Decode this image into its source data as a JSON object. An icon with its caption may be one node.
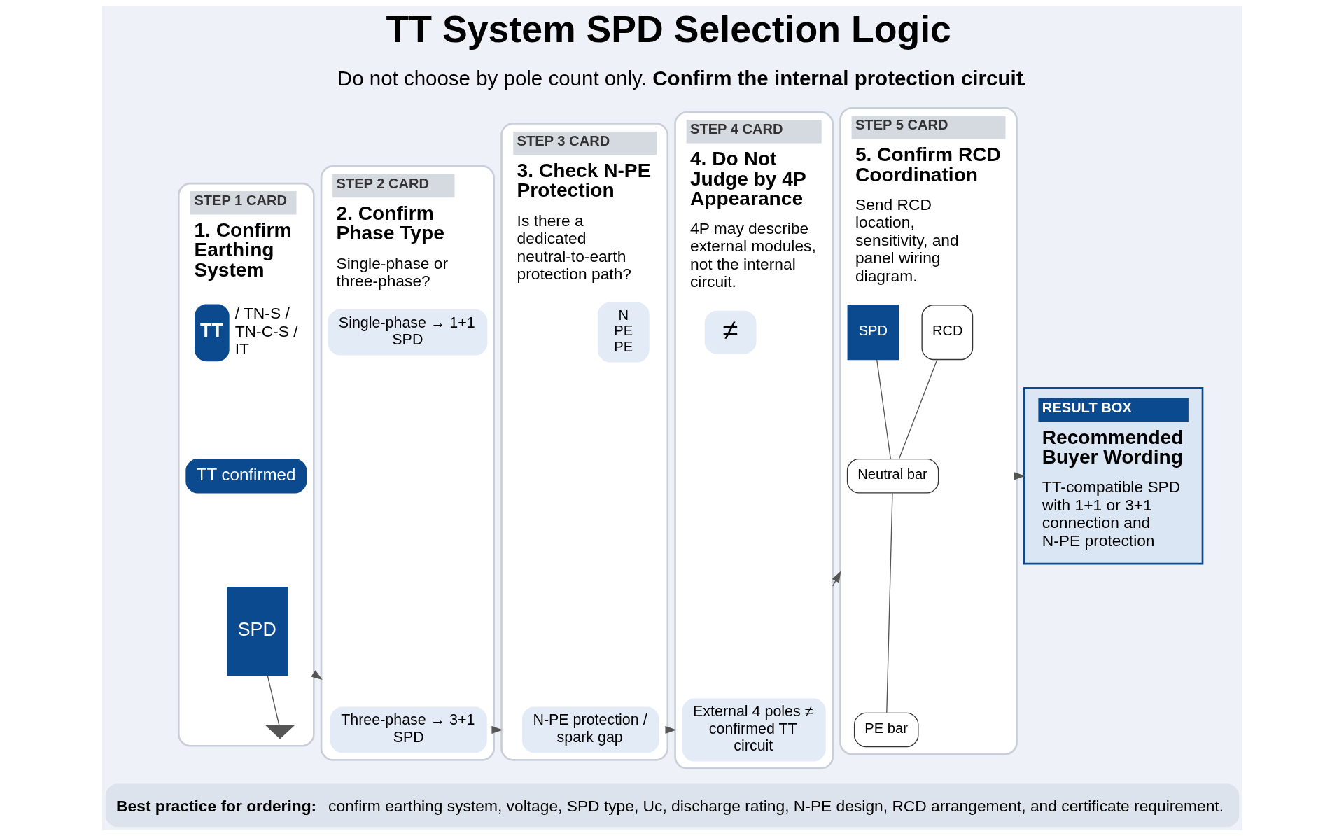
{
  "diagram": {
    "title": "TT System SPD Selection Logic",
    "caption": "**Best practice for ordering:** confirm earthing system, voltage, SPD type, Uc, discharge rating, N-PE design, RCD arrangement, and certificate requirement.",
    "nodes": [
      {
        "text": [
          "STEP 1 CARD",
          "1. Confirm Earthing System"
        ]
      },
      {
        "text": [
          "TT"
        ],
        "in": 0,
        "beside": [
          "/ TN-S / TN-C-S / IT"
        ]
      },
      {
        "text": [
          "TT confirmed"
        ],
        "in": 0
      },
      {
        "text": [
          "SPD"
        ],
        "in": 0
      },
      {
        "text": [],
        "shape": "ground",
        "in": 0
      },
      {
        "text": [
          "STEP 2 CARD",
          "2. Confirm Phase Type",
          "Single-phase or three-phase?"
        ]
      },
      {
        "text": [
          "Single-phase → 1+1 SPD"
        ],
        "in": 5
      },
      {
        "text": [
          "Three-phase → 3+1 SPD"
        ],
        "in": 5
      },
      {
        "text": [
          "STEP 3 CARD",
          "3. Check N-PE Protection",
          "Is there a dedicated neutral-to-earth protection path?"
        ]
      },
      {
        "text": [
          "N",
          "PE",
          "PE"
        ],
        "in": 8
      },
      {
        "text": [
          "N-PE protection / spark gap"
        ],
        "in": 8
      },
      {
        "text": [
          "STEP 4 CARD",
          "4. Do Not Judge by 4P Appearance",
          "4P may describe external modules, not the internal circuit."
        ]
      },
      {
        "text": [
          "≠"
        ],
        "in": 11
      },
      {
        "text": [
          "External 4 poles ≠ confirmed TT circuit"
        ],
        "in": 11
      },
      {
        "text": [
          "STEP 5 CARD",
          "5. Confirm RCD Coordination",
          "Send RCD location, sensitivity, and panel wiring diagram."
        ]
      },
      {
        "text": [
          "RCD"
        ],
        "in": 14
      },
      {
        "text": [
          "SPD"
        ],
        "in": 14
      },
      {
        "text": [
          "Neutral bar"
        ],
        "in": 14
      },
      {
        "text": [
          "PE bar"
        ],
        "in": 14
      },
      {
        "text": [
          "RESULT BOX",
          "Recommended Buyer Wording",
          "TT-compatible SPD with 1+1 or 3+1 connection and N-PE protection"
        ]
      }
    ],
    "edges": [
      {
        "from": 0,
        "to": 5,
        "arrow": "to"
      },
      {
        "from": 5,
        "to": 8,
        "arrow": "to"
      },
      {
        "from": 8,
        "to": 11,
        "arrow": "to"
      },
      {
        "from": 11,
        "to": 14,
        "arrow": "to"
      },
      {
        "from": 14,
        "to": 19,
        "arrow": "to"
      },
      {
        "from": 3,
        "to": 4,
        "arrow": "none"
      },
      {
        "from": 15,
        "to": 17,
        "arrow": "none"
      },
      {
        "from": 16,
        "to": 17,
        "arrow": "none"
      },
      {
        "from": 17,
        "to": 18,
        "arrow": "none"
      }
    ],
    "labels": [
      "Do not choose by pole count only. **Confirm the internal protection circuit**."
    ]
  }
}
